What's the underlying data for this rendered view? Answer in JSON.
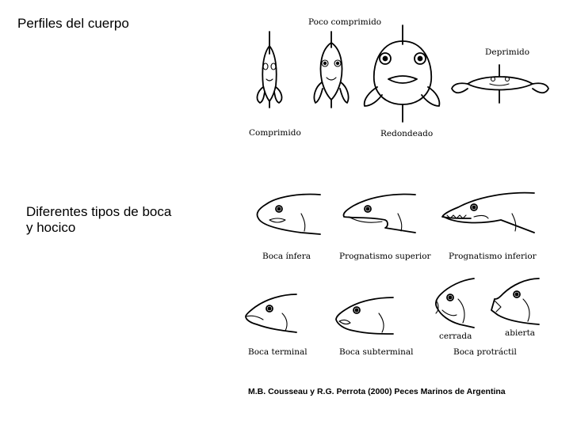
{
  "headings": {
    "body_profiles": "Perfiles del cuerpo",
    "mouth_types_line1": "Diferentes tipos de boca",
    "mouth_types_line2": "y hocico"
  },
  "body_profiles": {
    "compressed": "Comprimido",
    "slightly_compressed": "Poco comprimido",
    "rounded": "Redondeado",
    "depressed": "Deprimido"
  },
  "mouth_types": {
    "inferior": "Boca ínfera",
    "upper_prognathism": "Prognatismo superior",
    "lower_prognathism": "Prognatismo inferior",
    "terminal": "Boca terminal",
    "subterminal": "Boca subterminal",
    "protractile": "Boca protráctil",
    "closed": "cerrada",
    "open": "abierta"
  },
  "credit": "M.B. Cousseau y R.G. Perrota (2000) Peces Marinos de Argentina"
}
